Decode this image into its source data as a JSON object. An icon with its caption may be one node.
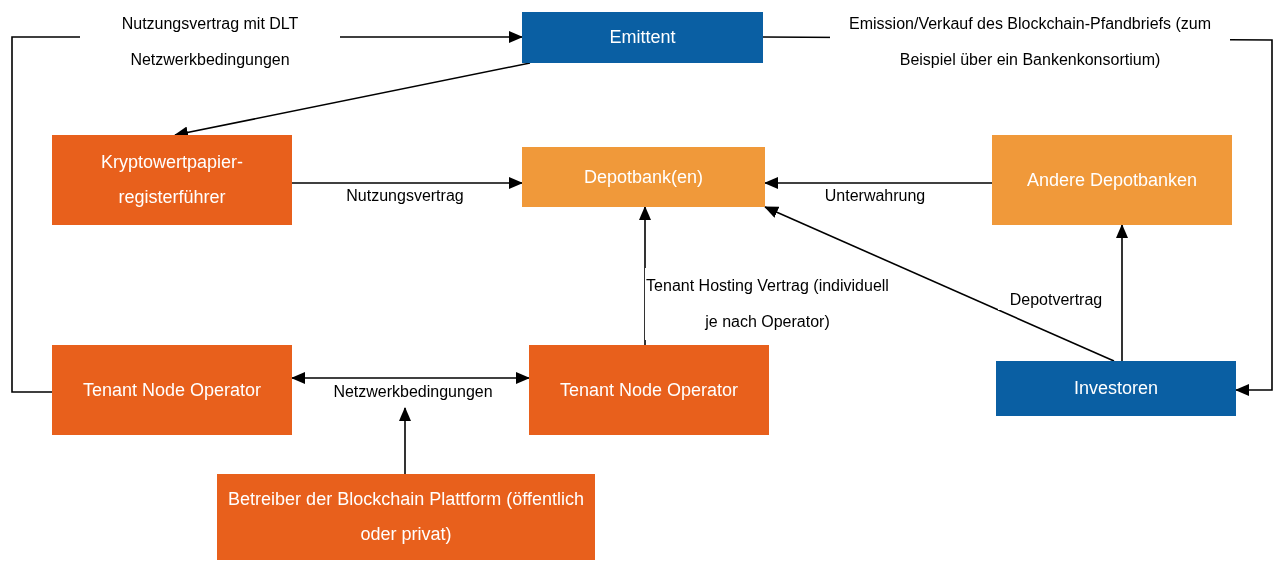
{
  "diagram": {
    "nodes": [
      {
        "text": [
          "Emittent"
        ]
      },
      {
        "text": [
          "Kryptowertpapier-registerführer"
        ]
      },
      {
        "text": [
          "Depotbank(en)"
        ]
      },
      {
        "text": [
          "Andere Depotbanken"
        ]
      },
      {
        "text": [
          "Tenant Node Operator"
        ]
      },
      {
        "text": [
          "Tenant Node Operator"
        ]
      },
      {
        "text": [
          "Investoren"
        ]
      },
      {
        "text": [
          "Betreiber der Blockchain Plattform (öffentlich oder privat)"
        ]
      }
    ],
    "edges": [
      {
        "from": 4,
        "to": 0,
        "arrow": "to",
        "label": "Nutzungsvertrag mit DLT Netzwerkbedingungen"
      },
      {
        "from": 0,
        "to": 1,
        "arrow": "to"
      },
      {
        "from": 1,
        "to": 2,
        "arrow": "to",
        "label": "Nutzungsvertrag"
      },
      {
        "from": 0,
        "to": 6,
        "arrow": "to",
        "label": "Emission/Verkauf des Blockchain-Pfandbriefs (zum Beispiel über ein Bankenkonsortium)"
      },
      {
        "from": 3,
        "to": 2,
        "arrow": "to",
        "label": "Unterwahrung"
      },
      {
        "from": 6,
        "to": 2,
        "arrow": "to",
        "label": "Depotvertrag"
      },
      {
        "from": 6,
        "to": 3,
        "arrow": "to"
      },
      {
        "from": 5,
        "to": 2,
        "arrow": "to",
        "label": "Tenant Hosting Vertrag (individuell je nach Operator)"
      },
      {
        "from": 4,
        "to": 5,
        "arrow": "both",
        "label": "Netzwerkbedingungen"
      },
      {
        "from": 7,
        "to": null,
        "arrow": "to"
      }
    ]
  }
}
